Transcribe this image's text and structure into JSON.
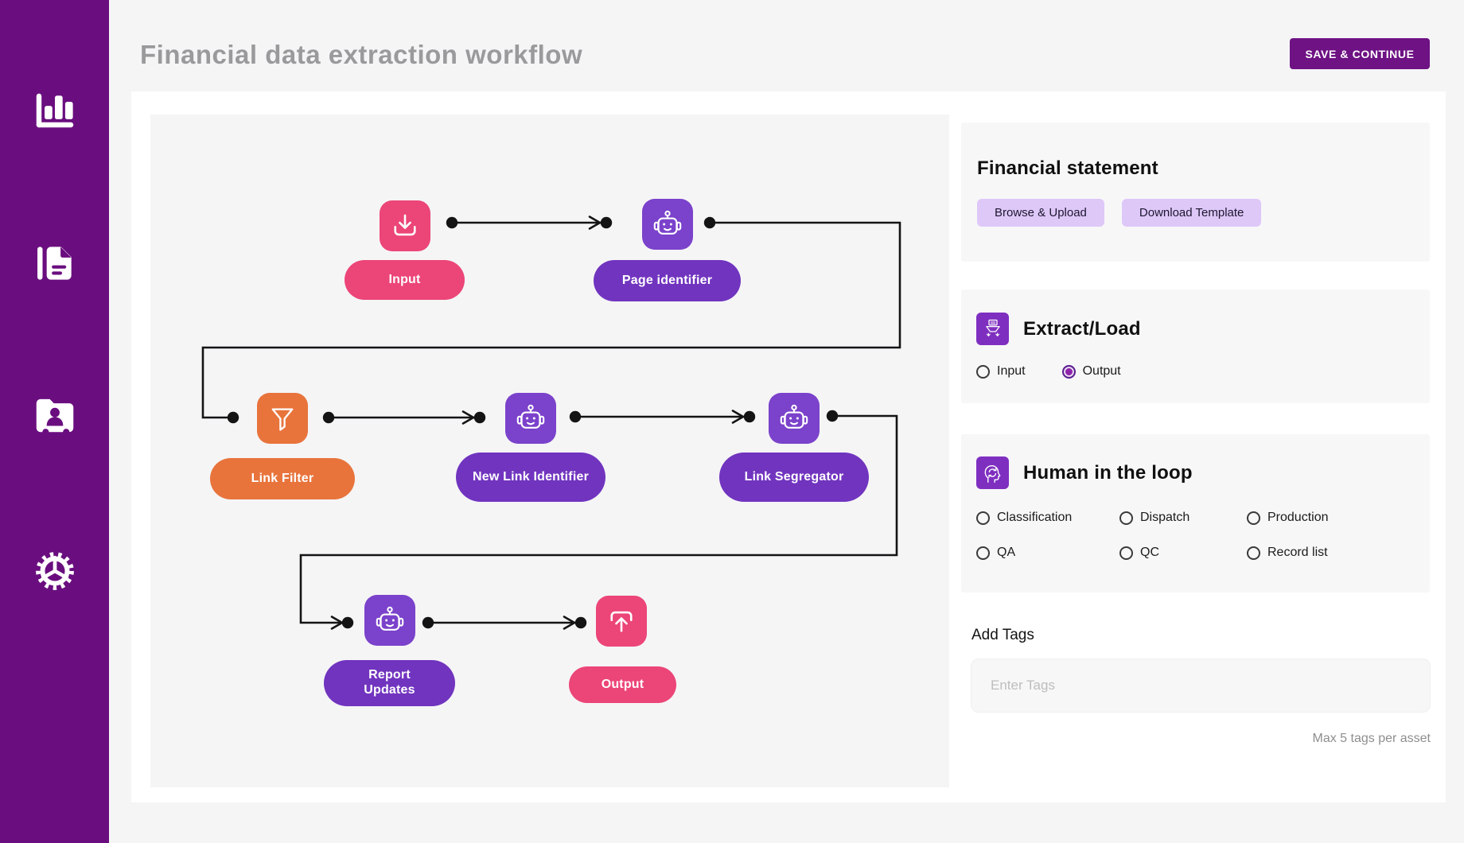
{
  "header": {
    "title": "Financial data extraction workflow",
    "save_button_label": "SAVE & CONTINUE"
  },
  "sidebar": {
    "items": [
      {
        "name": "analytics",
        "icon": "bar-chart-icon"
      },
      {
        "name": "documents",
        "icon": "document-icon"
      },
      {
        "name": "contacts",
        "icon": "contacts-folder-icon"
      },
      {
        "name": "settings",
        "icon": "gear-icon"
      }
    ]
  },
  "workflow": {
    "nodes": [
      {
        "label": "Input",
        "icon": "download-icon",
        "color": "#EC4578"
      },
      {
        "label": "Page identifier",
        "icon": "robot-icon",
        "color": "#7B42CB"
      },
      {
        "label": "Link Filter",
        "icon": "funnel-icon",
        "color": "#E8743C"
      },
      {
        "label": "New Link Identifier",
        "icon": "robot-icon",
        "color": "#7B42CB"
      },
      {
        "label": "Link Segregator",
        "icon": "robot-icon",
        "color": "#7B42CB"
      },
      {
        "label": "Report Updates",
        "icon": "robot-icon",
        "color": "#7B42CB"
      },
      {
        "label": "Output",
        "icon": "upload-icon",
        "color": "#EC4578"
      }
    ]
  },
  "panel": {
    "financial_statement": {
      "title": "Financial statement",
      "browse_button": "Browse & Upload",
      "download_button": "Download Template"
    },
    "extract_load": {
      "title": "Extract/Load",
      "icon": "extract-load-icon",
      "options": [
        {
          "label": "Input",
          "selected": false
        },
        {
          "label": "Output",
          "selected": true
        }
      ]
    },
    "human_in_the_loop": {
      "title": "Human in the loop",
      "icon": "human-in-loop-icon",
      "options": [
        {
          "label": "Classification",
          "selected": false
        },
        {
          "label": "Dispatch",
          "selected": false
        },
        {
          "label": "Production",
          "selected": false
        },
        {
          "label": "QA",
          "selected": false
        },
        {
          "label": "QC",
          "selected": false
        },
        {
          "label": "Record list",
          "selected": false
        }
      ]
    },
    "add_tags": {
      "title": "Add Tags",
      "input_value": "",
      "placeholder": "Enter Tags",
      "hint": "Max 5 tags per asset"
    }
  },
  "colors": {
    "sidebar": "#6A0E7F",
    "primary_button": "#6E1284",
    "node_purple": "#7B42CB",
    "node_pink": "#EC4578",
    "node_orange": "#E8743C",
    "chip_purple": "#DEC8F8",
    "radio_selected": "#8E24AA",
    "edge": "#141414"
  }
}
